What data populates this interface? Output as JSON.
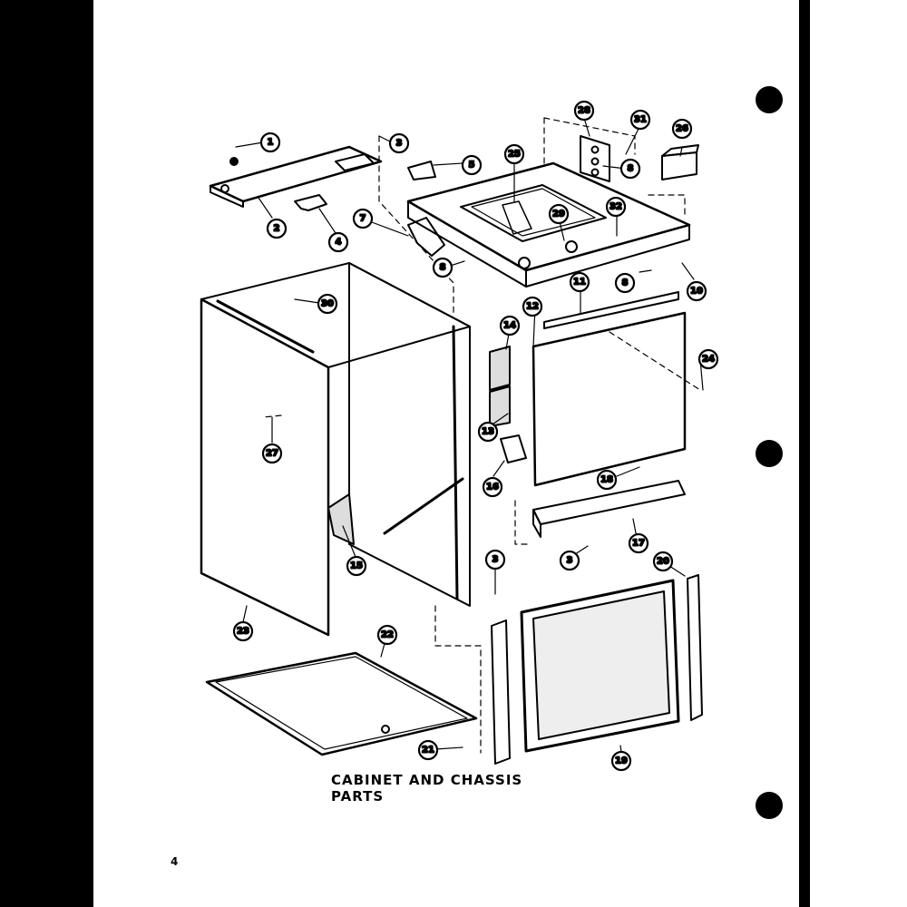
{
  "caption": "CABINET AND CHASSIS PARTS",
  "page_number": "4",
  "callouts": [
    {
      "label": "1"
    },
    {
      "label": "2"
    },
    {
      "label": "3"
    },
    {
      "label": "4"
    },
    {
      "label": "5"
    },
    {
      "label": "7"
    },
    {
      "label": "8"
    },
    {
      "label": "25"
    },
    {
      "label": "29"
    },
    {
      "label": "28"
    },
    {
      "label": "31"
    },
    {
      "label": "8"
    },
    {
      "label": "26"
    },
    {
      "label": "32"
    },
    {
      "label": "8"
    },
    {
      "label": "10"
    },
    {
      "label": "11"
    },
    {
      "label": "12"
    },
    {
      "label": "30"
    },
    {
      "label": "14"
    },
    {
      "label": "24"
    },
    {
      "label": "13"
    },
    {
      "label": "27"
    },
    {
      "label": "16"
    },
    {
      "label": "18"
    },
    {
      "label": "15"
    },
    {
      "label": "3"
    },
    {
      "label": "3"
    },
    {
      "label": "17"
    },
    {
      "label": "20"
    },
    {
      "label": "23"
    },
    {
      "label": "22"
    },
    {
      "label": "21"
    },
    {
      "label": "19"
    }
  ]
}
